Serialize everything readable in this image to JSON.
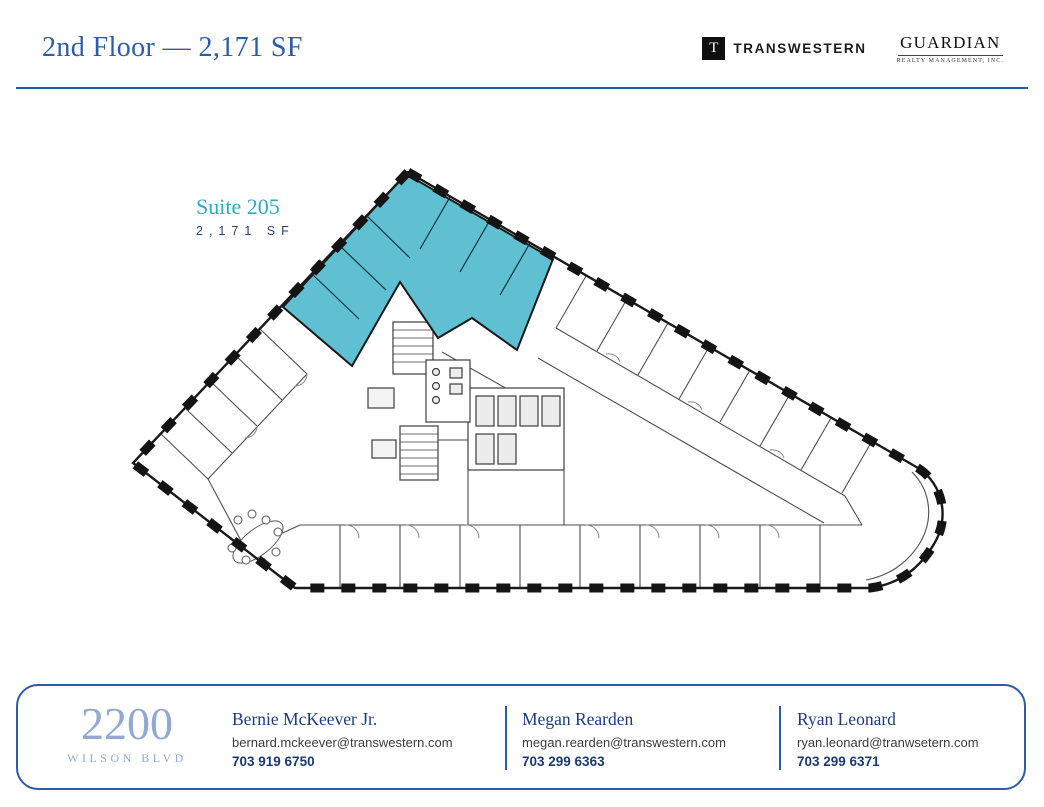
{
  "header": {
    "title": "2nd Floor — 2,171 SF",
    "transwestern": {
      "initial": "T",
      "name": "TRANSWESTERN"
    },
    "guardian": {
      "name": "GUARDIAN",
      "subtitle": "REALTY MANAGEMENT, INC."
    }
  },
  "plan": {
    "suite_name": "Suite 205",
    "suite_area": "2,171 SF"
  },
  "footer": {
    "building_number": "2200",
    "building_street": "WILSON BLVD",
    "contacts": [
      {
        "name": "Bernie McKeever Jr.",
        "email": "bernard.mckeever@transwestern.com",
        "phone": "703 919 6750"
      },
      {
        "name": "Megan Rearden",
        "email": "megan.rearden@transwestern.com",
        "phone": "703 299 6363"
      },
      {
        "name": "Ryan Leonard",
        "email": "ryan.leonard@tranwsetern.com",
        "phone": "703 299 6371"
      }
    ]
  },
  "colors": {
    "accent_blue": "#2c5ca9",
    "light_blue": "#93a9d3",
    "suite_teal": "#5fc0d2",
    "suite_label_teal": "#2fa9bd"
  }
}
